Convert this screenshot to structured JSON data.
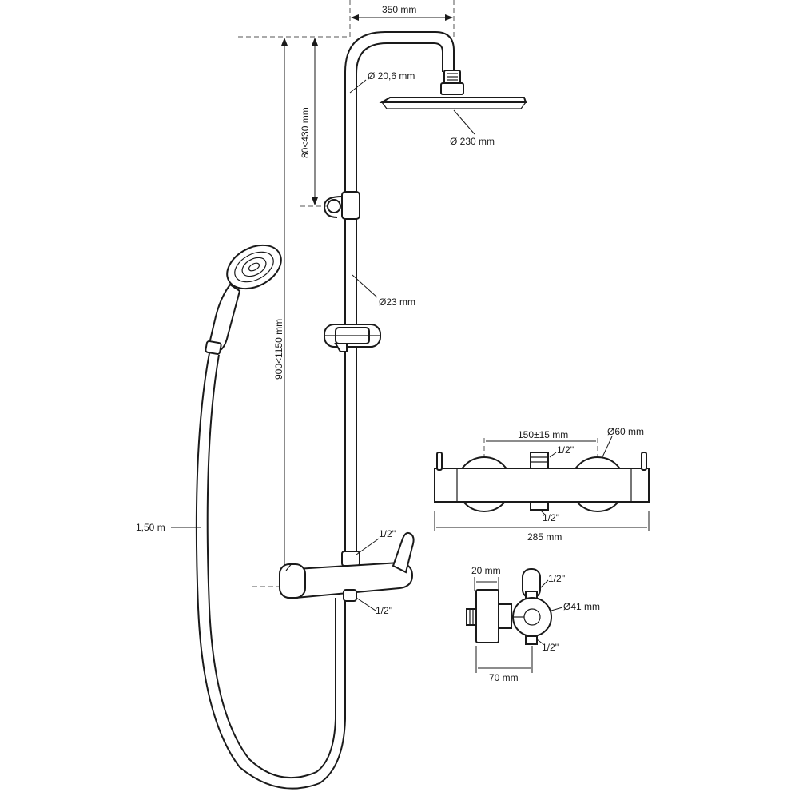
{
  "labels": {
    "arm_length": "350 mm",
    "arm_pipe_diameter": "Ø 20,6 mm",
    "head_diameter": "Ø 230 mm",
    "height_adjust": "80<430 mm",
    "total_height": "900<1150 mm",
    "rail_diameter": "Ø23 mm",
    "hose_length": "1,50 m",
    "valve_top_thread": "1/2''",
    "valve_bottom_thread": "1/2''",
    "centers": "150±15 mm",
    "rosette_diameter": "Ø60 mm",
    "front_top_thread": "1/2''",
    "front_bottom_thread": "1/2''",
    "body_length": "285 mm",
    "side_depth": "20 mm",
    "side_top_thread": "1/2''",
    "side_body_diameter": "Ø41 mm",
    "side_bottom_thread": "1/2''",
    "side_width": "70 mm"
  }
}
